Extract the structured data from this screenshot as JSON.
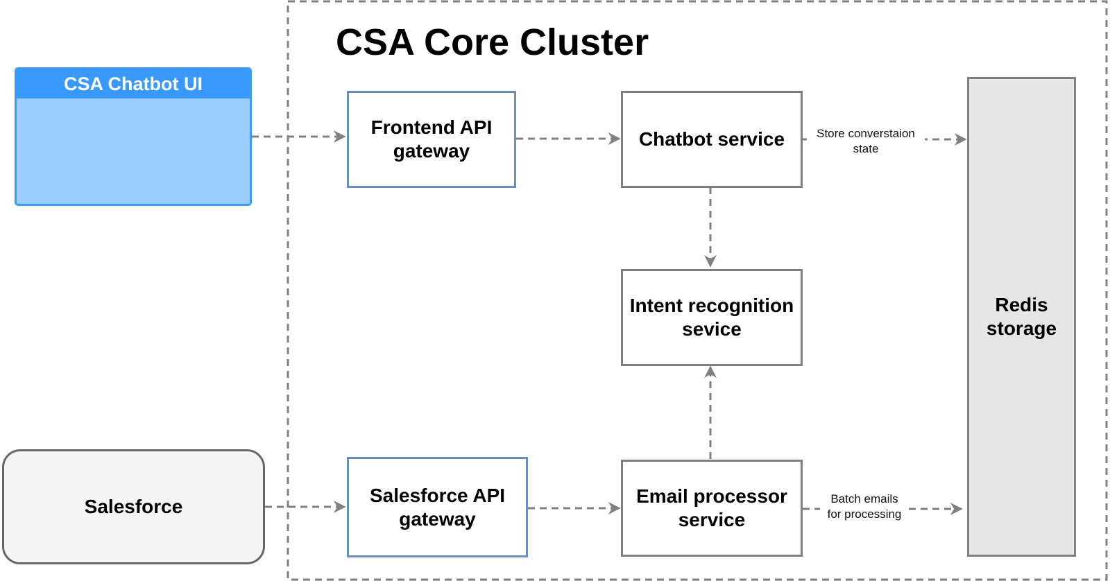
{
  "cluster": {
    "title": "CSA Core Cluster"
  },
  "nodes": {
    "chatbot_ui": "CSA Chatbot UI",
    "salesforce": "Salesforce",
    "frontend_gateway": "Frontend API\ngateway",
    "chatbot_service": "Chatbot service",
    "intent_service": "Intent recognition\nsevice",
    "salesforce_gateway": "Salesforce API\ngateway",
    "email_processor": "Email processor\nservice",
    "redis": "Redis\nstorage"
  },
  "edge_labels": {
    "store_state": "Store converstaion\nstate",
    "batch_emails": "Batch emails\nfor processing"
  },
  "colors": {
    "edge": "#808080",
    "cluster_border": "#808080",
    "ui_header": "#3899fb",
    "ui_body": "#99ccff",
    "service_blue_border": "#6c8ebf",
    "service_gray_border": "#7f7f7f",
    "redis_fill": "#e6e6e6"
  }
}
